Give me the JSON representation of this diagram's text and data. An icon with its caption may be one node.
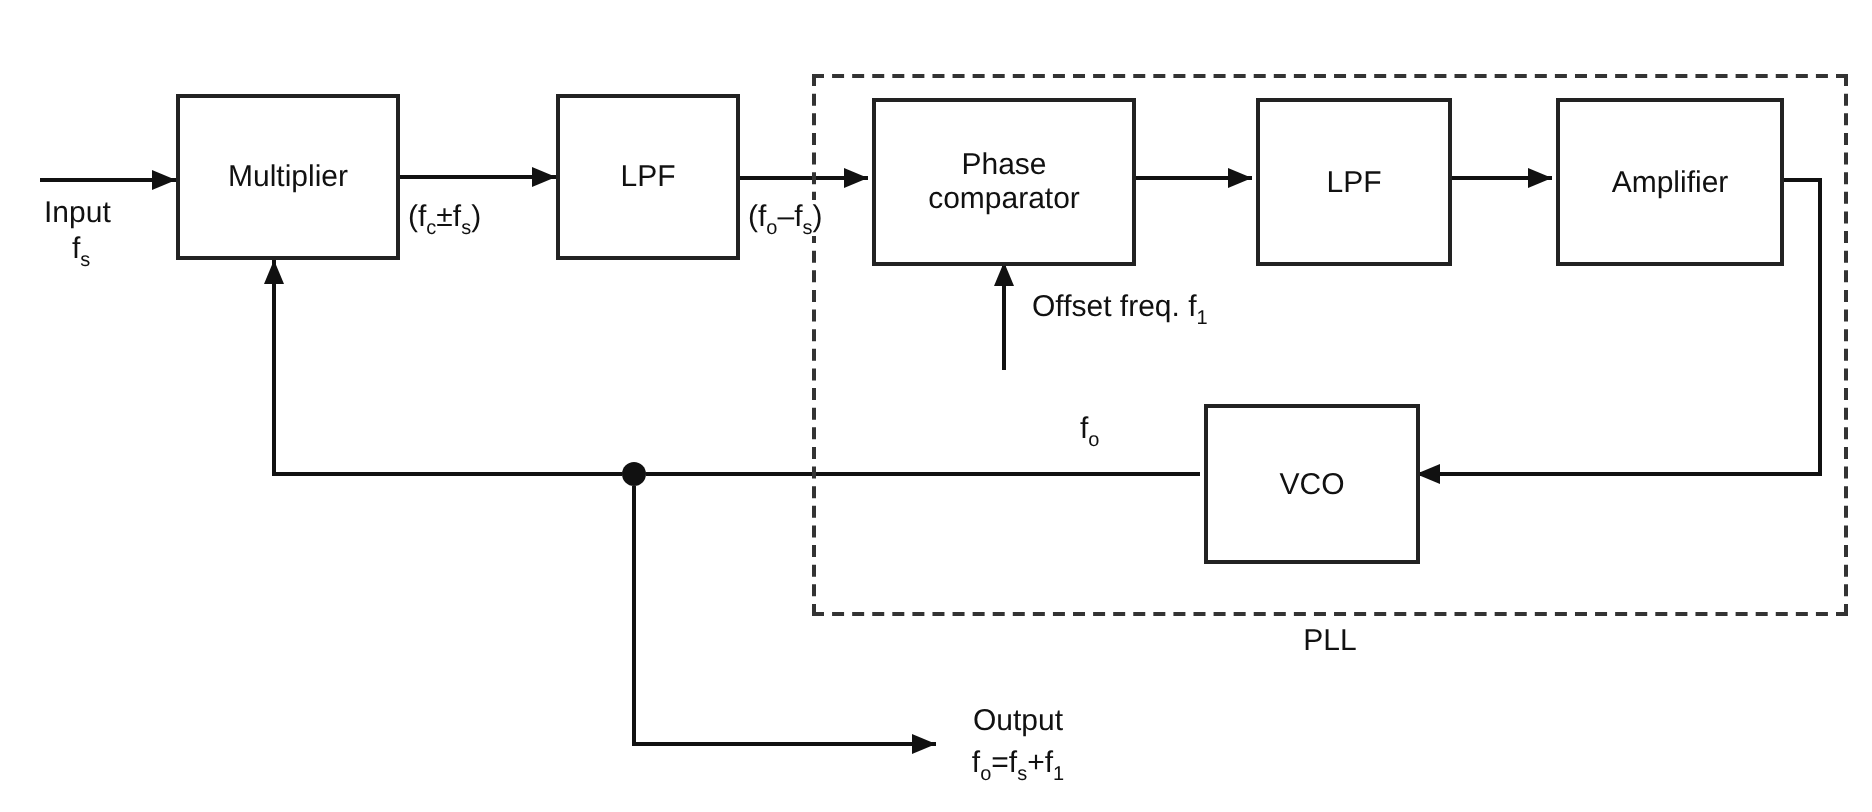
{
  "diagram": {
    "nodes": [
      {
        "text": [
          "PLL"
        ]
      },
      {
        "text": [
          "Multiplier"
        ]
      },
      {
        "text": [
          "LPF"
        ]
      },
      {
        "text": [
          "Phase comparator"
        ],
        "in": 0
      },
      {
        "text": [
          "LPF"
        ],
        "in": 0
      },
      {
        "text": [
          "Amplifier"
        ],
        "in": 0
      },
      {
        "text": [
          "VCO"
        ],
        "in": 0
      },
      {
        "text": [],
        "shape": "circle"
      },
      {
        "text": [
          "Output",
          "f$_{o}$=f$_{s}$+f$_{1}$"
        ]
      }
    ],
    "edges": [
      {
        "from": null,
        "to": 1,
        "arrow": "to"
      },
      {
        "from": 1,
        "to": 2,
        "arrow": "to",
        "label": "(f$_{c}$±f$_{s}$)"
      },
      {
        "from": 2,
        "to": 3,
        "arrow": "to",
        "label": "(f$_{o}$–f$_{s}$)"
      },
      {
        "from": 3,
        "to": 4,
        "arrow": "to"
      },
      {
        "from": 4,
        "to": 5,
        "arrow": "to"
      },
      {
        "from": 5,
        "to": 6,
        "arrow": "to"
      },
      {
        "from": 6,
        "to": 7,
        "arrow": "none",
        "label": "f$_{o}$"
      },
      {
        "from": 7,
        "to": 1,
        "arrow": "to"
      },
      {
        "from": 7,
        "to": 8,
        "arrow": "to"
      },
      {
        "from": null,
        "to": 3,
        "arrow": "to"
      }
    ],
    "labels": [
      "Input",
      "f$_{s}$",
      "Offset freq. f$_{1}$"
    ]
  }
}
